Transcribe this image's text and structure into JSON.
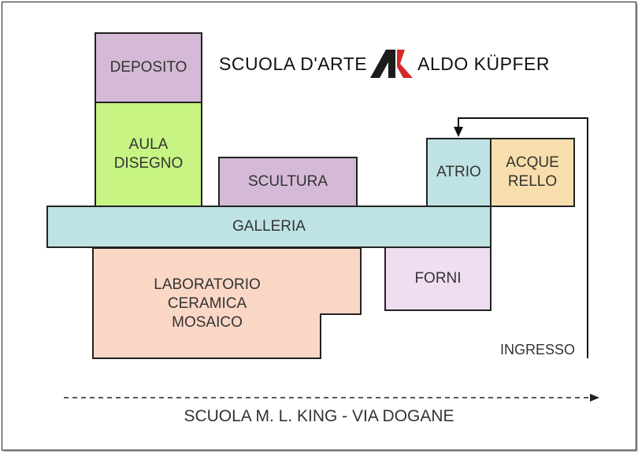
{
  "title": {
    "left": "SCUOLA D'ARTE",
    "right": "ALDO KÜPFER",
    "logo_colors": {
      "dark": "#1c1c1c",
      "accent": "#d42a2a"
    }
  },
  "rooms": {
    "deposito": "DEPOSITO",
    "aula_disegno": "AULA\nDISEGNO",
    "scultura": "SCULTURA",
    "galleria": "GALLERIA",
    "laboratorio": "LABORATORIO\nCERAMICA\nMOSAICO",
    "forni": "FORNI",
    "atrio": "ATRIO",
    "acquerello": "ACQUE\nRELLO"
  },
  "entrance_label": "INGRESSO",
  "street_label": "SCUOLA M. L. KING - VIA DOGANE",
  "colors": {
    "purple": "#d4bad6",
    "green": "#c7f483",
    "cyan": "#bfe3e5",
    "peach": "#fad7c5",
    "lavender": "#eedef0",
    "tan": "#f7deac",
    "border": "#222222"
  }
}
